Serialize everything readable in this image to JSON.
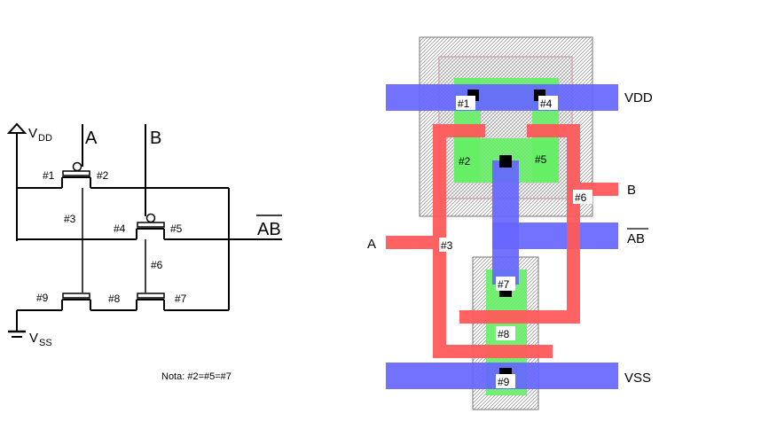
{
  "schematic": {
    "vdd_label": "V",
    "vdd_sub": "DD",
    "vss_label": "V",
    "vss_sub": "SS",
    "input_a": "A",
    "input_b": "B",
    "output": "AB",
    "transistors": {
      "t1": "#1",
      "t2": "#2",
      "t3": "#3",
      "t4": "#4",
      "t5": "#5",
      "t6": "#6",
      "t7": "#7",
      "t8": "#8",
      "t9": "#9"
    },
    "note": "Nota:  #2=#5=#7"
  },
  "layout": {
    "vdd": "VDD",
    "vss": "VSS",
    "input_a": "A",
    "input_b": "B",
    "output": "AB",
    "tags": {
      "t1": "#1",
      "t2": "#2",
      "t3": "#3",
      "t4": "#4",
      "t5": "#5",
      "t6": "#6",
      "t7": "#7",
      "t8": "#8",
      "t9": "#9"
    },
    "colors": {
      "metal": "#6666ff",
      "poly": "#ff5a5a",
      "diffusion": "#66ee66",
      "well": "#999999"
    }
  }
}
